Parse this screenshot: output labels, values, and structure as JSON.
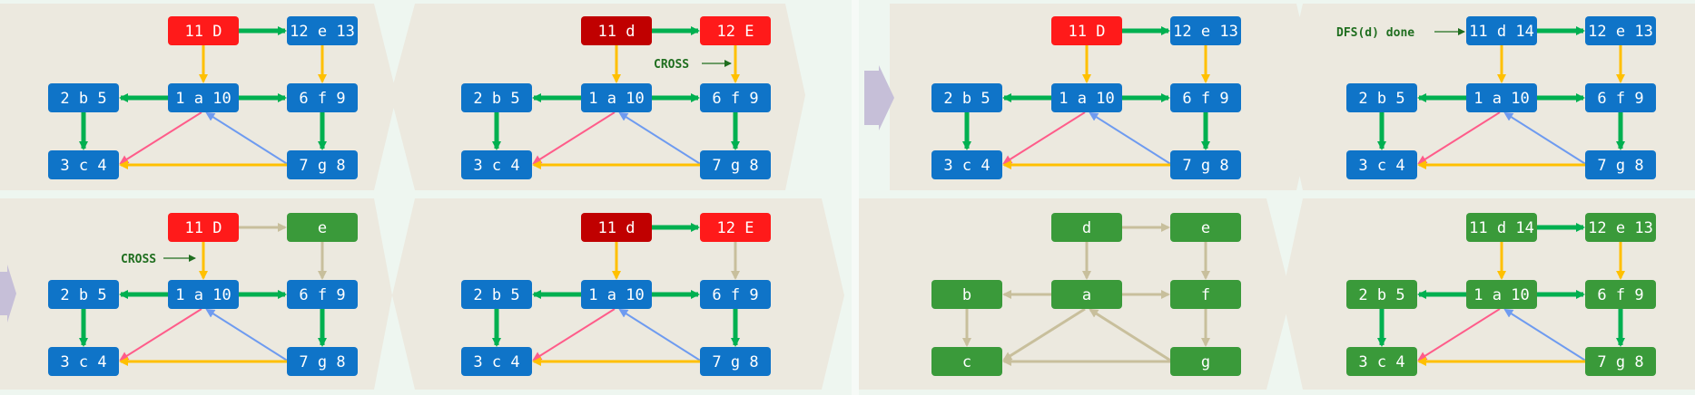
{
  "colors": {
    "background": "#eef6f0",
    "panel": "#ece9df",
    "arrow_big": "#c6bfd8",
    "node_blue": "#0f74c8",
    "node_red": "#ff1a1a",
    "node_darkred": "#c00000",
    "node_green": "#3a9a3a",
    "edge_tree": "#00b050",
    "edge_orange": "#ffc000",
    "edge_pink": "#ff5c8a",
    "edge_lightblue": "#6e9bf0",
    "edge_beige": "#c8bf9c",
    "annotation": "#1f6e1f"
  },
  "panels": [
    {
      "id": "panel-top-1",
      "nodes": {
        "d": "11 D",
        "e": "12 e 13",
        "b": "2 b 5",
        "a": "1 a 10",
        "f": "6 f 9",
        "c": "3 c 4",
        "g": "7 g 8"
      },
      "node_colors": {
        "d": "red",
        "e": "blue",
        "b": "blue",
        "a": "blue",
        "f": "blue",
        "c": "blue",
        "g": "blue"
      },
      "edge_colors": {
        "d-e": "tree",
        "d-a": "orange",
        "e-f": "orange",
        "a-b": "tree",
        "a-f": "tree",
        "b-c": "tree",
        "f-g": "tree",
        "a-c": "pink",
        "g-a": "lightblue",
        "g-c": "orange"
      },
      "annotation": ""
    },
    {
      "id": "panel-top-2",
      "nodes": {
        "d": "11 d",
        "e": "12 E",
        "b": "2 b 5",
        "a": "1 a 10",
        "f": "6 f 9",
        "c": "3 c 4",
        "g": "7 g 8"
      },
      "node_colors": {
        "d": "darkred",
        "e": "red",
        "b": "blue",
        "a": "blue",
        "f": "blue",
        "c": "blue",
        "g": "blue"
      },
      "edge_colors": {
        "d-e": "tree",
        "d-a": "orange",
        "e-f": "orange",
        "a-b": "tree",
        "a-f": "tree",
        "b-c": "tree",
        "f-g": "tree",
        "a-c": "pink",
        "g-a": "lightblue",
        "g-c": "orange"
      },
      "annotation": "CROSS"
    },
    {
      "id": "panel-top-3",
      "nodes": {
        "d": "11 D",
        "e": "12 e 13",
        "b": "2 b 5",
        "a": "1 a 10",
        "f": "6 f 9",
        "c": "3 c 4",
        "g": "7 g 8"
      },
      "node_colors": {
        "d": "red",
        "e": "blue",
        "b": "blue",
        "a": "blue",
        "f": "blue",
        "c": "blue",
        "g": "blue"
      },
      "edge_colors": {
        "d-e": "tree",
        "d-a": "orange",
        "e-f": "orange",
        "a-b": "tree",
        "a-f": "tree",
        "b-c": "tree",
        "f-g": "tree",
        "a-c": "pink",
        "g-a": "lightblue",
        "g-c": "orange"
      },
      "annotation": ""
    },
    {
      "id": "panel-top-4",
      "nodes": {
        "d": "11 d 14",
        "e": "12 e 13",
        "b": "2 b 5",
        "a": "1 a 10",
        "f": "6 f 9",
        "c": "3 c 4",
        "g": "7 g 8"
      },
      "node_colors": {
        "d": "blue",
        "e": "blue",
        "b": "blue",
        "a": "blue",
        "f": "blue",
        "c": "blue",
        "g": "blue"
      },
      "edge_colors": {
        "d-e": "tree",
        "d-a": "orange",
        "e-f": "orange",
        "a-b": "tree",
        "a-f": "tree",
        "b-c": "tree",
        "f-g": "tree",
        "a-c": "pink",
        "g-a": "lightblue",
        "g-c": "orange"
      },
      "annotation": "DFS(d) done"
    },
    {
      "id": "panel-bottom-1",
      "nodes": {
        "d": "11 D",
        "e": "e",
        "b": "2 b 5",
        "a": "1 a 10",
        "f": "6 f 9",
        "c": "3 c 4",
        "g": "7 g 8"
      },
      "node_colors": {
        "d": "red",
        "e": "green",
        "b": "blue",
        "a": "blue",
        "f": "blue",
        "c": "blue",
        "g": "blue"
      },
      "edge_colors": {
        "d-e": "beige",
        "d-a": "orange",
        "e-f": "beige",
        "a-b": "tree",
        "a-f": "tree",
        "b-c": "tree",
        "f-g": "tree",
        "a-c": "pink",
        "g-a": "lightblue",
        "g-c": "orange"
      },
      "annotation": "CROSS"
    },
    {
      "id": "panel-bottom-2",
      "nodes": {
        "d": "11 d",
        "e": "12 E",
        "b": "2 b 5",
        "a": "1 a 10",
        "f": "6 f 9",
        "c": "3 c 4",
        "g": "7 g 8"
      },
      "node_colors": {
        "d": "darkred",
        "e": "red",
        "b": "blue",
        "a": "blue",
        "f": "blue",
        "c": "blue",
        "g": "blue"
      },
      "edge_colors": {
        "d-e": "tree",
        "d-a": "orange",
        "e-f": "beige",
        "a-b": "tree",
        "a-f": "tree",
        "b-c": "tree",
        "f-g": "tree",
        "a-c": "pink",
        "g-a": "lightblue",
        "g-c": "orange"
      },
      "annotation": ""
    },
    {
      "id": "panel-bottom-3",
      "nodes": {
        "d": "d",
        "e": "e",
        "b": "b",
        "a": "a",
        "f": "f",
        "c": "c",
        "g": "g"
      },
      "node_colors": {
        "d": "green",
        "e": "green",
        "b": "green",
        "a": "green",
        "f": "green",
        "c": "green",
        "g": "green"
      },
      "edge_colors": {
        "d-e": "beige",
        "d-a": "beige",
        "e-f": "beige",
        "a-b": "beige",
        "a-f": "beige",
        "b-c": "beige",
        "f-g": "beige",
        "a-c": "beige",
        "g-a": "beige",
        "g-c": "beige"
      },
      "annotation": ""
    },
    {
      "id": "panel-bottom-4",
      "nodes": {
        "d": "11 d 14",
        "e": "12 e 13",
        "b": "2 b 5",
        "a": "1 a 10",
        "f": "6 f 9",
        "c": "3 c 4",
        "g": "7 g 8"
      },
      "node_colors": {
        "d": "green",
        "e": "green",
        "b": "green",
        "a": "green",
        "f": "green",
        "c": "green",
        "g": "green"
      },
      "edge_colors": {
        "d-e": "tree",
        "d-a": "orange",
        "e-f": "orange",
        "a-b": "tree",
        "a-f": "tree",
        "b-c": "tree",
        "f-g": "tree",
        "a-c": "pink",
        "g-a": "lightblue",
        "g-c": "orange"
      },
      "annotation": ""
    }
  ]
}
